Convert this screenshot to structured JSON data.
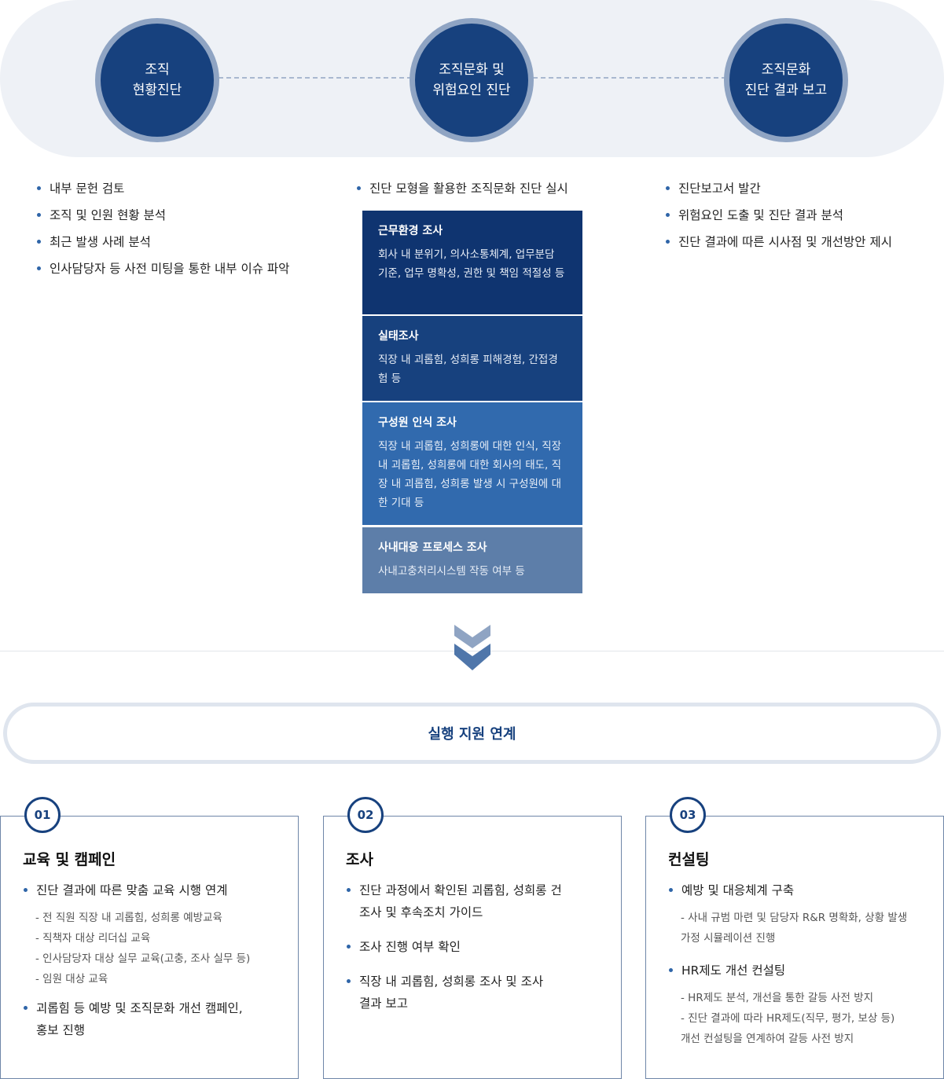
{
  "stages": [
    {
      "label": "조직\n현황진단"
    },
    {
      "label": "조직문화 및\n위험요인 진단"
    },
    {
      "label": "조직문화\n진단 결과 보고"
    }
  ],
  "stage1_bullets": [
    "내부 문헌 검토",
    "조직 및 인원 현황 분석",
    "최근 발생 사례 분석",
    "인사담당자 등 사전 미팅을 통한 내부 이슈 파악"
  ],
  "stage2_bullets": [
    "진단 모형을 활용한 조직문화 진단 실시"
  ],
  "stage3_bullets": [
    "진단보고서 발간",
    "위험요인 도출 및 진단 결과 분석",
    "진단 결과에 따른 시사점 및 개선방안 제시"
  ],
  "surveys": [
    {
      "title": "근무환경 조사",
      "desc": "회사 내 분위기, 의사소통체계, 업무분담 기준, 업무 명확성, 권한 및 책임 적절성 등",
      "color": "#0f3470"
    },
    {
      "title": "실태조사",
      "desc": "직장 내 괴롭힘, 성희롱 피해경험, 간접경험 등",
      "color": "#17417e"
    },
    {
      "title": "구성원 인식 조사",
      "desc": "직장 내 괴롭힘, 성희롱에 대한 인식, 직장 내 괴롭힘, 성희롱에 대한 회사의 태도, 직장 내 괴롭힘, 성희롱 발생 시 구성원에 대한 기대 등",
      "color": "#316aae"
    },
    {
      "title": "사내대응 프로세스 조사",
      "desc": "사내고충처리시스템 작동 여부 등",
      "color": "#5d7ea9"
    }
  ],
  "execution_title": "실행 지원 연계",
  "cards": [
    {
      "number": "01",
      "title": "교육 및 캠페인",
      "items": [
        {
          "text": "진단 결과에 따른 맞춤 교육 시행 연계",
          "subs": [
            "- 전 직원 직장 내 괴롭힘, 성희롱 예방교육",
            "- 직책자 대상 리더십 교육",
            "- 인사담당자 대상 실무 교육(고충, 조사 실무 등)",
            "- 임원 대상 교육"
          ]
        },
        {
          "text": "괴롭힘 등 예방 및 조직문화 개선 캠페인,\n홍보 진행",
          "subs": []
        }
      ]
    },
    {
      "number": "02",
      "title": "조사",
      "items": [
        {
          "text": "진단 과정에서 확인된 괴롭힘, 성희롱 건\n조사 및 후속조치 가이드",
          "subs": []
        },
        {
          "text": "조사 진행 여부 확인",
          "subs": []
        },
        {
          "text": "직장 내 괴롭힘, 성희롱 조사 및 조사\n결과 보고",
          "subs": []
        }
      ]
    },
    {
      "number": "03",
      "title": "컨설팅",
      "items": [
        {
          "text": "예방 및 대응체계 구축",
          "subs": [
            "- 사내 규범 마련 및 담당자 R&R 명확화, 상황 발생\n가정 시뮬레이션 진행"
          ]
        },
        {
          "text": "HR제도 개선 컨설팅",
          "subs": [
            "- HR제도 분석, 개선을 통한 갈등 사전 방지",
            "- 진단 결과에 따라 HR제도(직무, 평가, 보상 등)\n개선 컨설팅을 연계하여 갈등 사전 방지"
          ]
        }
      ]
    }
  ]
}
